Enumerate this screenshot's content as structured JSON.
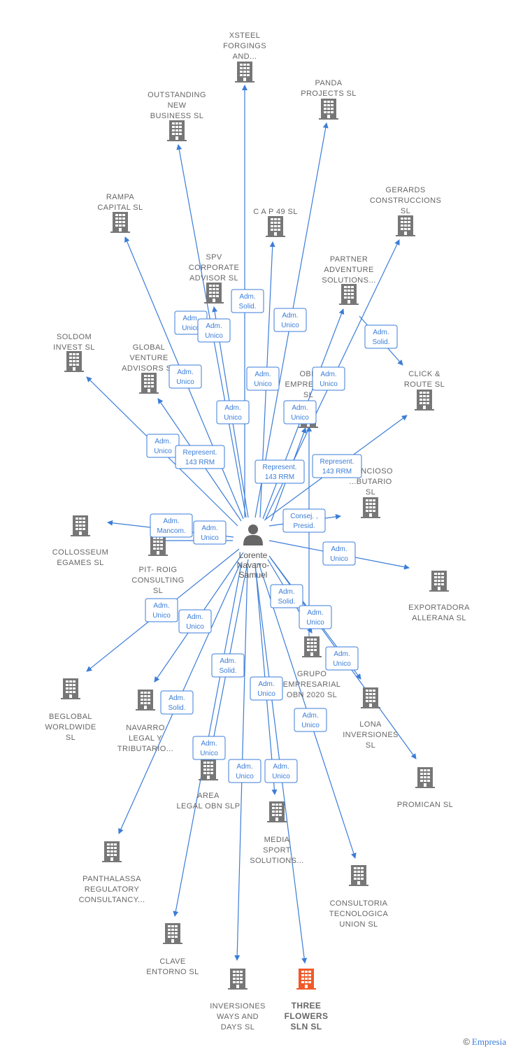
{
  "center": {
    "name": "Lorente\nNavarro-\nSamuel"
  },
  "colors": {
    "node": "#777777",
    "highlight": "#f05a28",
    "edge": "#3b7dd8",
    "person": "#666666"
  },
  "nodes": [
    {
      "id": "xsteel",
      "label": "XSTEEL\nFORGINGS\nAND..."
    },
    {
      "id": "panda",
      "label": "PANDA\nPROJECTS  SL"
    },
    {
      "id": "outstanding",
      "label": "OUTSTANDING\nNEW\nBUSINESS  SL"
    },
    {
      "id": "rampa",
      "label": "RAMPA\nCAPITAL  SL"
    },
    {
      "id": "cap49",
      "label": "C A P 49 SL"
    },
    {
      "id": "gerards",
      "label": "GERARDS\nCONSTRUCCIONS\nSL"
    },
    {
      "id": "spv",
      "label": "SPV\nCORPORATE\nADVISOR  SL"
    },
    {
      "id": "partner",
      "label": "PARTNER\nADVENTURE\nSOLUTIONS..."
    },
    {
      "id": "soldom",
      "label": "SOLDOM\nINVEST  SL"
    },
    {
      "id": "global",
      "label": "GLOBAL\nVENTURE\nADVISORS  SL"
    },
    {
      "id": "obn",
      "label": "OBN\nEMPRESA...\nSL"
    },
    {
      "id": "click",
      "label": "CLICK &\nROUTE  SL"
    },
    {
      "id": "contencioso",
      "label": "...ENCIOSO\n...BUTARIO\nSL"
    },
    {
      "id": "collosseum",
      "label": "COLLOSSEUM\nEGAMES  SL"
    },
    {
      "id": "pitroig",
      "label": "PIT- ROIG\nCONSULTING\nSL"
    },
    {
      "id": "exportadora",
      "label": "EXPORTADORA\nALLERANA  SL"
    },
    {
      "id": "beglobal",
      "label": "BEGLOBAL\nWORLDWIDE\nSL"
    },
    {
      "id": "navarro",
      "label": "NAVARRO\nLEGAL Y\nTRIBUTARIO..."
    },
    {
      "id": "grupo",
      "label": "GRUPO\nEMPRESARIAL\nOBN 2020  SL"
    },
    {
      "id": "lona",
      "label": "LONA\nINVERSIONES\nSL"
    },
    {
      "id": "area",
      "label": "AREA\nLEGAL OBN  SLP"
    },
    {
      "id": "promican",
      "label": "PROMICAN  SL"
    },
    {
      "id": "media",
      "label": "MEDIA\nSPORT\nSOLUTIONS..."
    },
    {
      "id": "panthalassa",
      "label": "PANTHALASSA\nREGULATORY\nCONSULTANCY..."
    },
    {
      "id": "consultoria",
      "label": "CONSULTORIA\nTECNOLOGICA\nUNION  SL"
    },
    {
      "id": "clave",
      "label": "CLAVE\nENTORNO  SL"
    },
    {
      "id": "inversiones",
      "label": "INVERSIONES\nWAYS AND\nDAYS  SL"
    },
    {
      "id": "three",
      "label": "THREE\nFLOWERS\nSLN  SL",
      "highlight": true
    }
  ],
  "relations": [
    {
      "label": "Adm.\nSolid."
    },
    {
      "label": "Adm.\nUnico"
    },
    {
      "label": "Adm.\nUnico"
    },
    {
      "label": "Adm.\nUnico"
    },
    {
      "label": "Adm.\nSolid."
    },
    {
      "label": "Adm.\nUnico"
    },
    {
      "label": "Adm.\nUnico"
    },
    {
      "label": "Adm.\nUnico"
    },
    {
      "label": "Adm.\nUnico"
    },
    {
      "label": "Adm.\nUnico"
    },
    {
      "label": "Adm.\nUnico"
    },
    {
      "label": "Represent.\n143 RRM"
    },
    {
      "label": "Represent.\n143 RRM"
    },
    {
      "label": "Represent.\n143 RRM"
    },
    {
      "label": "Adm.\nMancom."
    },
    {
      "label": "Adm.\nUnico"
    },
    {
      "label": "Consej. ,\nPresid."
    },
    {
      "label": "Adm.\nUnico"
    },
    {
      "label": "Adm.\nUnico"
    },
    {
      "label": "Adm.\nSolid."
    },
    {
      "label": "Adm.\nUnico"
    },
    {
      "label": "Adm.\nUnico"
    },
    {
      "label": "Adm.\nUnico"
    },
    {
      "label": "Adm.\nSolid."
    },
    {
      "label": "Adm.\nUnico"
    },
    {
      "label": "Adm.\nSolid."
    },
    {
      "label": "Adm.\nUnico"
    },
    {
      "label": "Adm.\nUnico"
    },
    {
      "label": "Adm.\nUnico"
    },
    {
      "label": "Adm.\nUnico"
    },
    {
      "label": "Adm.\nUnico"
    },
    {
      "label": "Adm.\nUnico"
    }
  ],
  "footer": {
    "copyright": "©",
    "brand": "Empresia"
  }
}
